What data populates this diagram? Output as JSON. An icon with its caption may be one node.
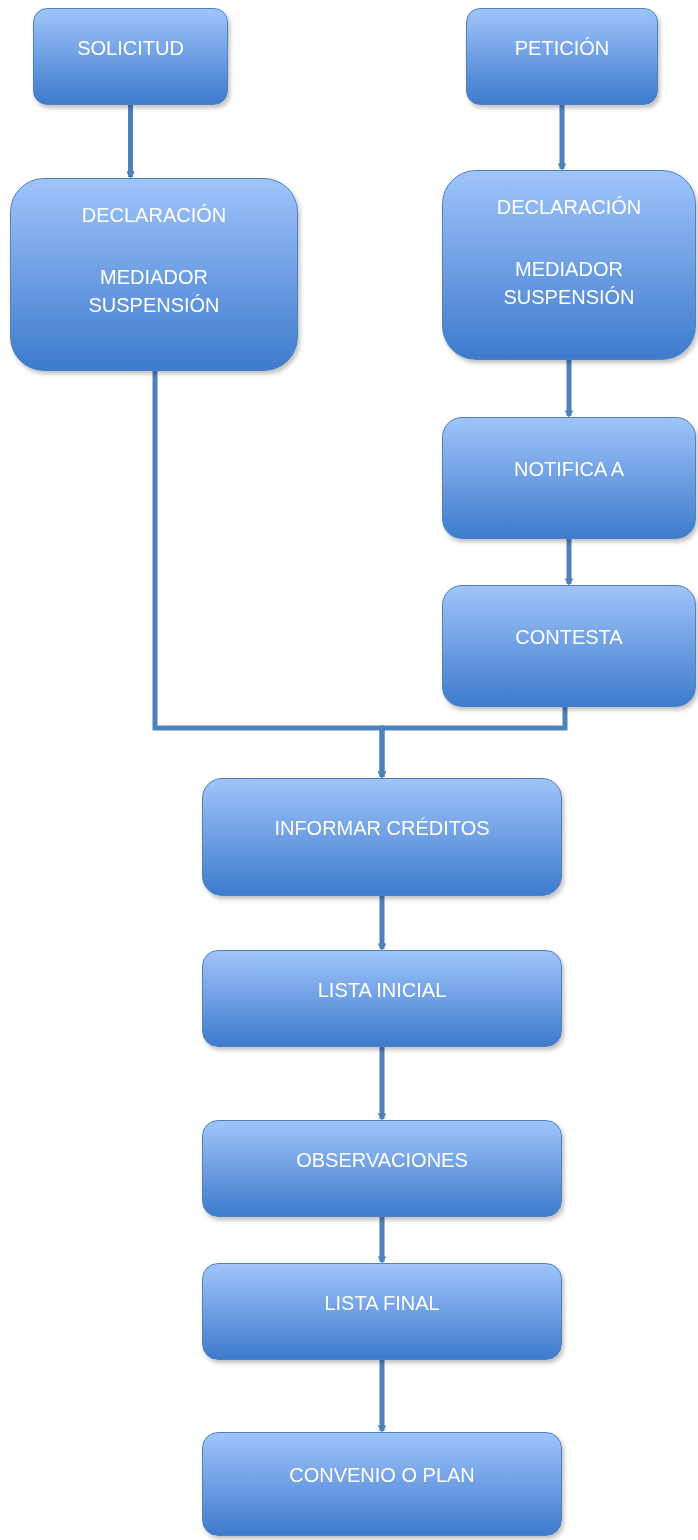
{
  "diagram": {
    "nodes": [
      {
        "text": [
          "SOLICITUD"
        ]
      },
      {
        "text": [
          "PETICIÓN"
        ]
      },
      {
        "text": [
          "DECLARACIÓN",
          "MEDIADOR SUSPENSIÓN"
        ]
      },
      {
        "text": [
          "DECLARACIÓN",
          "MEDIADOR SUSPENSIÓN"
        ]
      },
      {
        "text": [
          "NOTIFICA A"
        ]
      },
      {
        "text": [
          "CONTESTA"
        ]
      },
      {
        "text": [
          "INFORMAR CRÉDITOS"
        ]
      },
      {
        "text": [
          "LISTA INICIAL"
        ]
      },
      {
        "text": [
          "OBSERVACIONES"
        ]
      },
      {
        "text": [
          "LISTA FINAL"
        ]
      },
      {
        "text": [
          "CONVENIO O PLAN"
        ]
      }
    ],
    "edges": [
      {
        "from": 0,
        "to": 2,
        "arrow": "to"
      },
      {
        "from": 1,
        "to": 3,
        "arrow": "to"
      },
      {
        "from": 3,
        "to": 4,
        "arrow": "to"
      },
      {
        "from": 4,
        "to": 5,
        "arrow": "to"
      },
      {
        "from": 2,
        "to": 6,
        "arrow": "to"
      },
      {
        "from": 5,
        "to": 6,
        "arrow": "to"
      },
      {
        "from": 6,
        "to": 7,
        "arrow": "to"
      },
      {
        "from": 7,
        "to": 8,
        "arrow": "to"
      },
      {
        "from": 8,
        "to": 9,
        "arrow": "to"
      },
      {
        "from": 9,
        "to": 10,
        "arrow": "to"
      }
    ]
  }
}
